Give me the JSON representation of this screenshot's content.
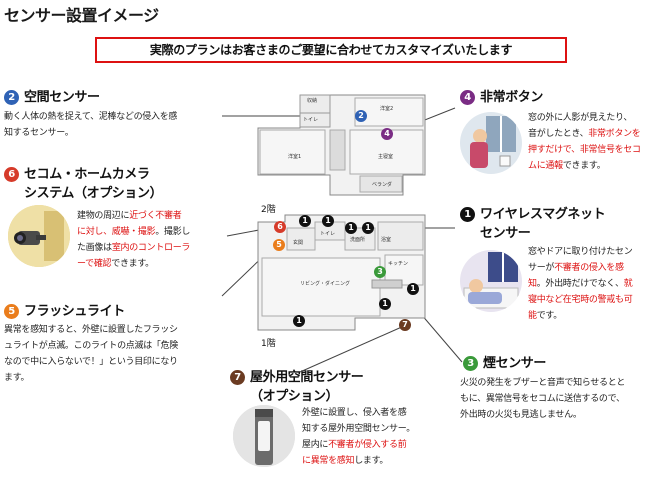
{
  "page": {
    "title": "センサー設置イメージ",
    "notice": "実際のプランはお客さまのご要望に合わせてカスタマイズいたします"
  },
  "sections": {
    "s2": {
      "num": "2",
      "heading": "空間センサー",
      "lines": [
        "動く人体の熱を捉えて、泥棒などの侵入を感",
        "知するセンサー。"
      ]
    },
    "s6": {
      "num": "6",
      "heading": "セコム・ホームカメラ",
      "heading2": "システム（オプション）",
      "l1": "建物の周辺に",
      "l1h": "近づく不審者",
      "l2h": "に対し、威嚇・撮影",
      "l2": "。撮影し",
      "l3a": "た画像は",
      "l3h": "室内のコントローラ",
      "l4h": "ーで確認",
      "l4": "できます。"
    },
    "s5": {
      "num": "5",
      "heading": "フラッシュライト",
      "lines": [
        "異常を感知すると、外壁に設置したフラッシ",
        "ュライトが点滅。このライトの点滅は「危険",
        "なので中に入らないで！」という目印になり",
        "ます。"
      ]
    },
    "s7": {
      "num": "7",
      "heading": "屋外用空間センサー",
      "heading2": "（オプション）",
      "l1": "外壁に設置し、侵入者を感",
      "l2": "知する屋外用空間センサー。",
      "l3a": "屋内に",
      "l3h": "不審者が侵入する前",
      "l4h": "に異常を感知",
      "l4": "します。"
    },
    "s4": {
      "num": "4",
      "heading": "非常ボタン",
      "l1": "窓の外に人影が見えたり、",
      "l2a": "音がしたとき、",
      "l2h": "非常ボタンを",
      "l3h": "押すだけで、非常信号をセコ",
      "l4h": "ムに通報",
      "l4": "できます。"
    },
    "s1": {
      "num": "1",
      "heading": "ワイヤレスマグネット",
      "heading2": "センサー",
      "l1": "窓やドアに取り付けたセン",
      "l2a": "サーが",
      "l2h": "不審者の侵入を感",
      "l3h": "知",
      "l3": "。外出時だけでなく、",
      "l3h2": "就",
      "l4h": "寝中など在宅時の警戒も可",
      "l5h": "能",
      "l5": "です。"
    },
    "s3": {
      "num": "3",
      "heading": "煙センサー",
      "lines": [
        "火災の発生をブザーと音声で知らせるとと",
        "もに、異常信号をセコムに送信するので、",
        "外出時の火災も見逃しません。"
      ]
    }
  },
  "plan": {
    "floor2": "2階",
    "floor1": "1階",
    "rooms2": {
      "closet": "収納",
      "toilet": "トイレ",
      "room2": "洋室2",
      "room1": "洋室1",
      "master": "主寝室",
      "veranda": "ベランダ"
    },
    "rooms1": {
      "toilet": "トイレ",
      "entrance": "玄関",
      "washroom": "洗面所",
      "bath": "浴室",
      "kitchen": "キッチン",
      "living": "リビング・ダイニング"
    }
  },
  "colors": {
    "accent_red": "#dd1111",
    "blue": "#2f62b5",
    "purple": "#7a2c84",
    "green": "#3a9a3a",
    "orange": "#ea7d1c",
    "brown": "#6b3b22"
  }
}
